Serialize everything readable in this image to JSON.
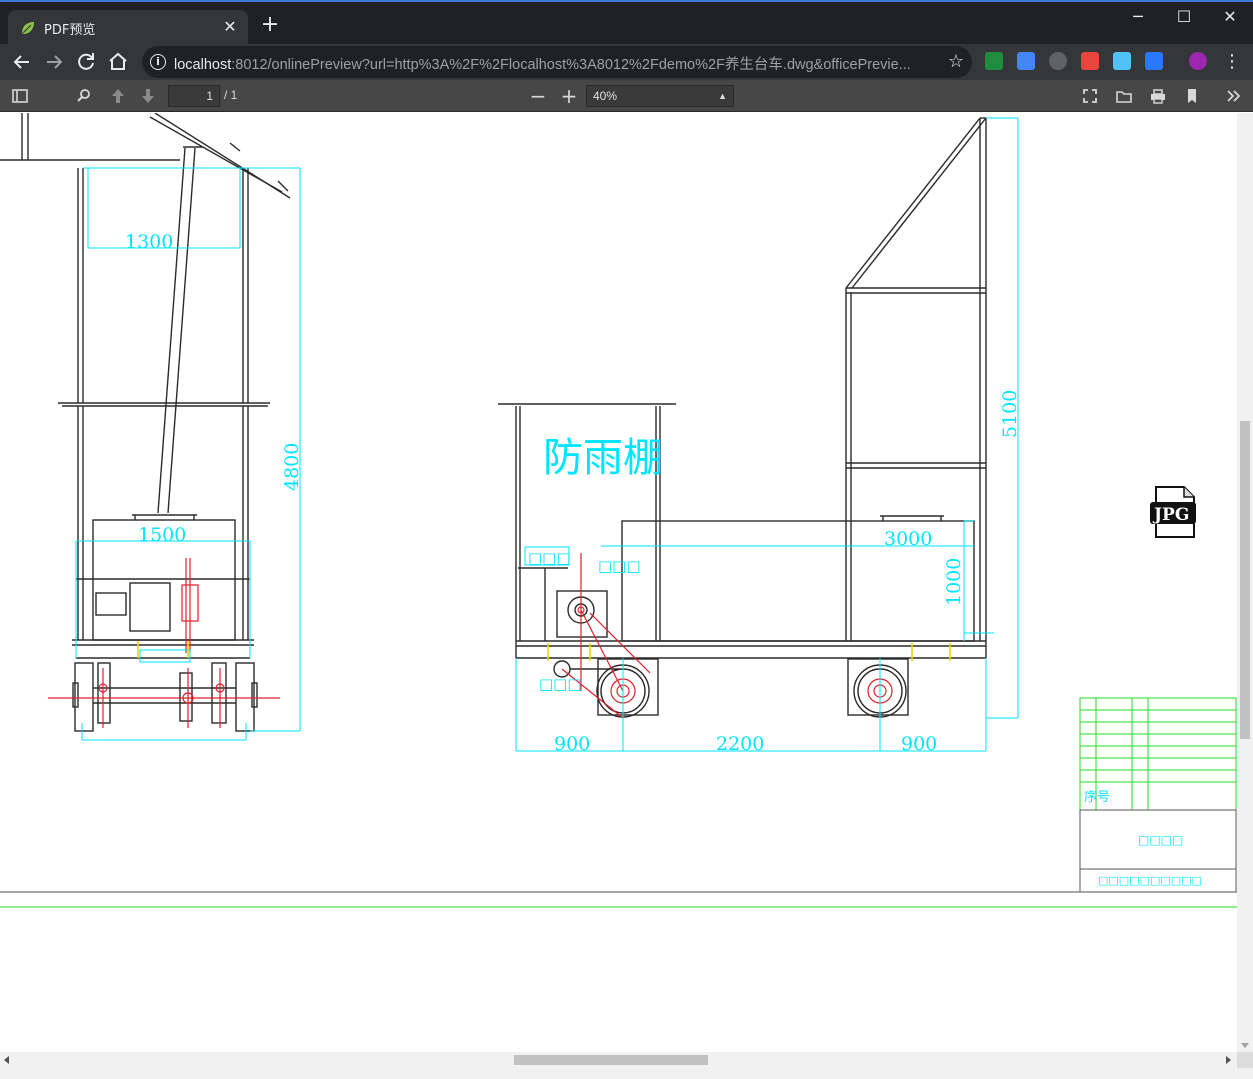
{
  "browser": {
    "tab_title": "PDF预览",
    "url_host": "localhost",
    "url_rest": ":8012/onlinePreview?url=http%3A%2F%2Flocalhost%3A8012%2Fdemo%2F养生台车.dwg&officePrevie..."
  },
  "pdf_toolbar": {
    "page_number": "1",
    "page_count": "/ 1",
    "zoom": "40%"
  },
  "drawing": {
    "dim_1300": "1300",
    "dim_1500": "1500",
    "dim_4800": "4800",
    "dim_5100": "5100",
    "dim_3000": "3000",
    "dim_1000": "1000",
    "dim_900_left": "900",
    "dim_2200": "2200",
    "dim_900_right": "900",
    "label_rain_shed": "防雨棚",
    "label_placeholder_1": "□□□",
    "label_placeholder_2": "□□□",
    "label_placeholder_3": "□□□",
    "jpg_badge": "JPG",
    "table_header_seq": "序号",
    "table_title": "□□□□",
    "table_footer": "□□□□□□□□□□"
  },
  "colors": {
    "line": "#2b2b2b",
    "dimension": "#00e5ff",
    "red": "#e0202a",
    "green": "#22dd22",
    "yellow": "#e6d800"
  }
}
